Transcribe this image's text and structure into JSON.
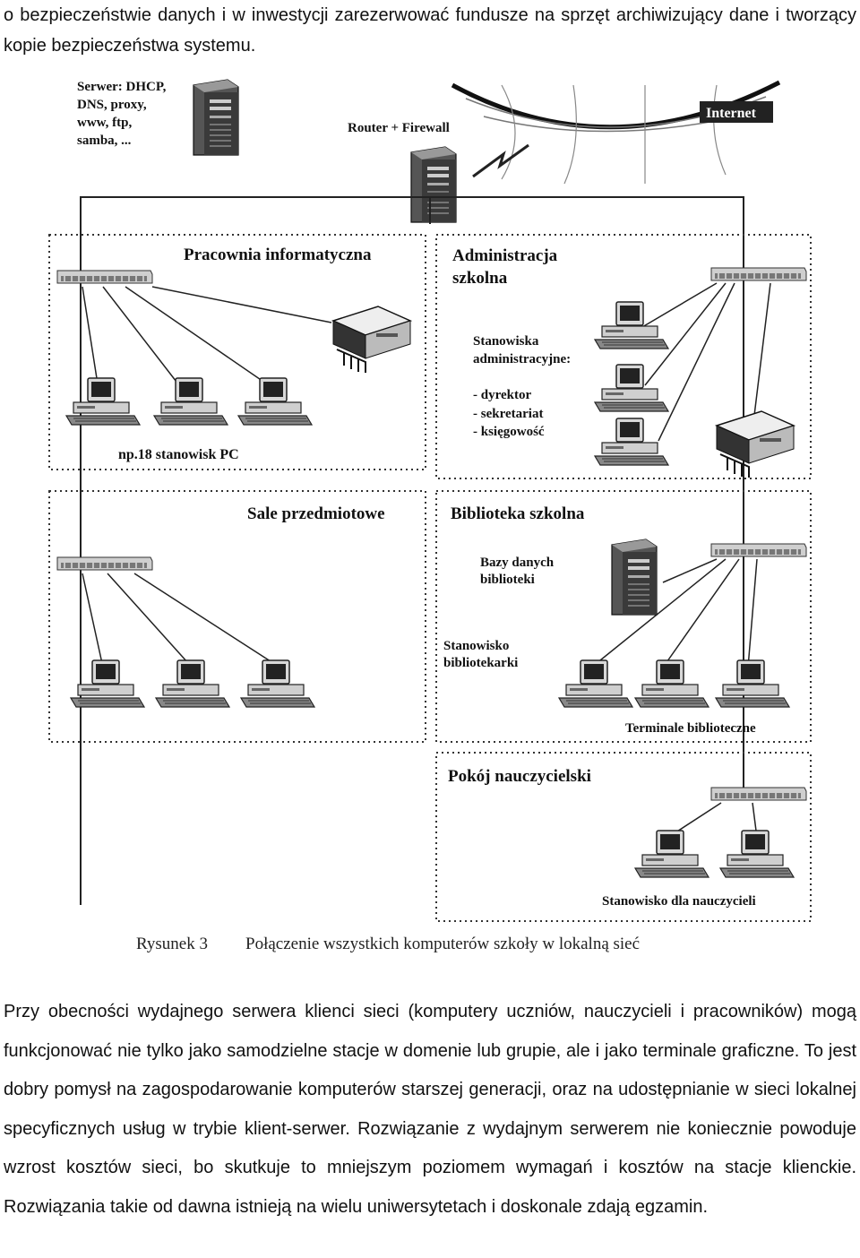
{
  "intro": "o bezpieczeństwie danych i w inwestycji zarezerwować fundusze na sprzęt archiwizujący dane i tworzący kopie bezpieczeństwa systemu.",
  "diagram": {
    "server_label": [
      "Serwer: DHCP,",
      "DNS, proxy,",
      "www, ftp,",
      "samba, ..."
    ],
    "router_label": "Router + Firewall",
    "internet_label": "Internet",
    "lab_title": "Pracownia informatyczna",
    "lab_pcs": "np.18 stanowisk PC",
    "admin_title": [
      "Administracja",
      "szkolna"
    ],
    "admin_stations": [
      "Stanowiska",
      "administracyjne:"
    ],
    "admin_list": [
      "- dyrektor",
      "- sekretariat",
      "- księgowość"
    ],
    "classrooms_title": "Sale przedmiotowe",
    "library_title": "Biblioteka szkolna",
    "library_db": [
      "Bazy danych",
      "biblioteki"
    ],
    "librarian": [
      "Stanowisko",
      "bibliotekarki"
    ],
    "library_terminals": "Terminale biblioteczne",
    "staffroom_title": "Pokój nauczycielski",
    "teacher_station": "Stanowisko dla nauczycieli"
  },
  "caption": {
    "number": "Rysunek 3",
    "text": "Połączenie wszystkich komputerów szkoły w lokalną sieć"
  },
  "body": "Przy obecności wydajnego serwera klienci sieci (komputery uczniów, nauczycieli i pracowników) mogą funkcjonować nie tylko jako samodzielne stacje w domenie lub grupie, ale i jako terminale graficzne. To jest dobry pomysł na zagospodarowanie komputerów starszej generacji, oraz na udostępnianie w sieci lokalnej specyficznych usług w trybie klient-serwer. Rozwiązanie z wydajnym serwerem nie koniecznie powoduje wzrost kosztów sieci, bo skutkuje to mniejszym poziomem wymagań i kosztów na stacje klienckie. Rozwiązania takie od dawna istnieją na wielu uniwersytetach i doskonale zdają egzamin."
}
